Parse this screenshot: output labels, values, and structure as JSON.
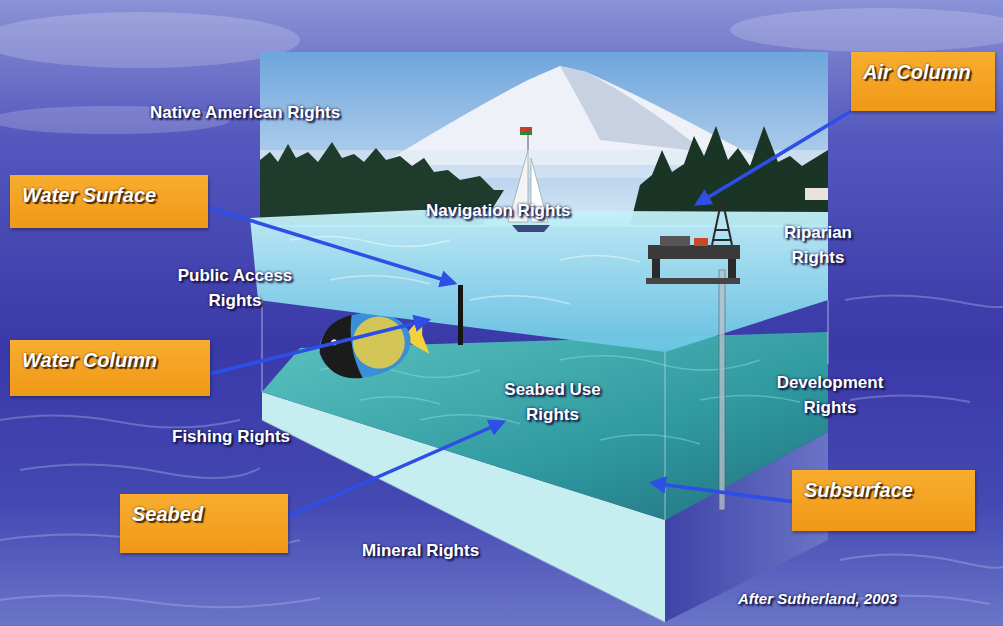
{
  "diagram": {
    "nodes": [
      {
        "text": [
          "Air Column"
        ]
      },
      {
        "text": [
          "Water Surface"
        ]
      },
      {
        "text": [
          "Water Column"
        ]
      },
      {
        "text": [
          "Subsurface"
        ]
      },
      {
        "text": [
          "Seabed"
        ]
      }
    ],
    "labels": [
      "Native American Rights",
      "Navigation Rights",
      "Riparian Rights",
      "Public Access Rights",
      "Development Rights",
      "Seabed Use Rights",
      "Fishing Rights",
      "Mineral Rights",
      "After Sutherland, 2003"
    ]
  }
}
